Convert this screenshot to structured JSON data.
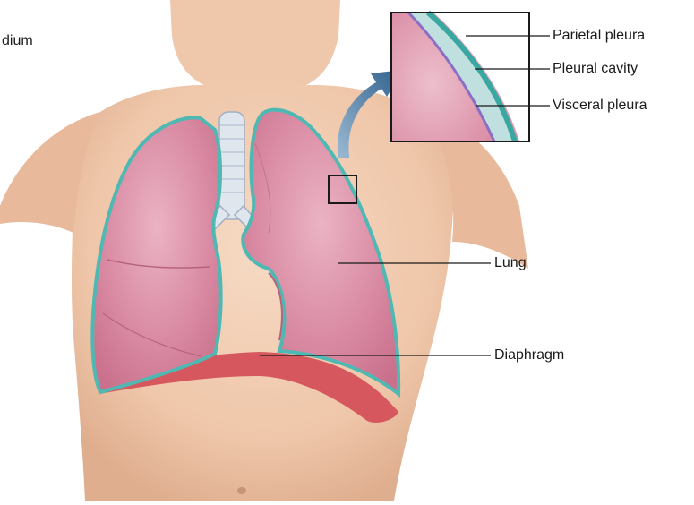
{
  "labels": {
    "cut_off_left": "dium",
    "parietal_pleura": "Parietal pleura",
    "pleural_cavity": "Pleural cavity",
    "visceral_pleura": "Visceral pleura",
    "lung": "Lung",
    "diaphragm": "Diaphragm"
  },
  "colors": {
    "skin": "#f0c9ad",
    "skin_shadow": "#d9a78a",
    "lung": "#d9849c",
    "lung_light": "#eab0c0",
    "pleura": "#4fb8b3",
    "pleura_light": "#b9dcda",
    "visceral": "#8a6fc4",
    "diaphragm": "#d4535a",
    "arrow": "#3e6d96",
    "line": "#1a1a1a"
  }
}
